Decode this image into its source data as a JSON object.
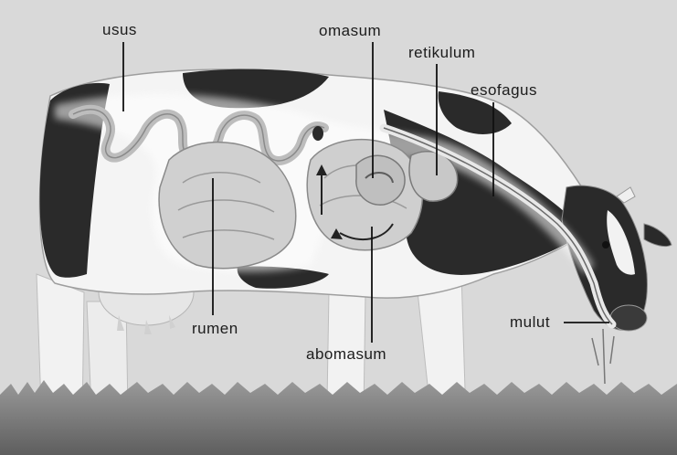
{
  "labels": {
    "usus": "usus",
    "omasum": "omasum",
    "retikulum": "retikulum",
    "esofagus": "esofagus",
    "rumen": "rumen",
    "abomasum": "abomasum",
    "mulut": "mulut"
  }
}
